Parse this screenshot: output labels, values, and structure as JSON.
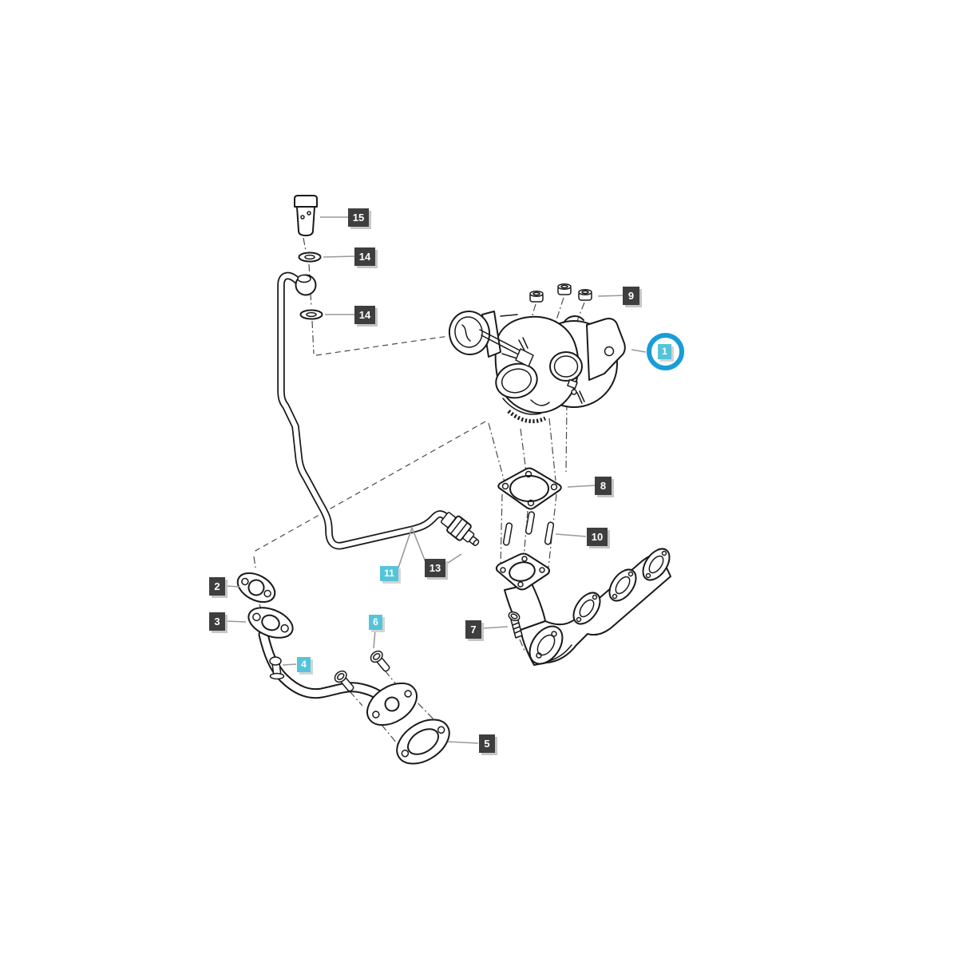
{
  "diagram": {
    "type": "exploded-parts-diagram",
    "background": "#ffffff",
    "colors": {
      "line": "#1a1a1a",
      "leader": "#999999",
      "label_bg": "#3e3e3e",
      "label_text": "#ffffff",
      "highlight_bg": "#55c4da",
      "selection_ring": "#189dd8"
    },
    "callouts": [
      {
        "part": "15",
        "style": "default"
      },
      {
        "part": "14",
        "style": "default"
      },
      {
        "part": "14",
        "style": "default"
      },
      {
        "part": "9",
        "style": "default"
      },
      {
        "part": "1",
        "style": "highlight",
        "selected": true
      },
      {
        "part": "8",
        "style": "default"
      },
      {
        "part": "10",
        "style": "default"
      },
      {
        "part": "2",
        "style": "default"
      },
      {
        "part": "11",
        "style": "highlight"
      },
      {
        "part": "13",
        "style": "default"
      },
      {
        "part": "3",
        "style": "default"
      },
      {
        "part": "6",
        "style": "highlight"
      },
      {
        "part": "4",
        "style": "highlight"
      },
      {
        "part": "7",
        "style": "default"
      },
      {
        "part": "5",
        "style": "default"
      }
    ]
  }
}
